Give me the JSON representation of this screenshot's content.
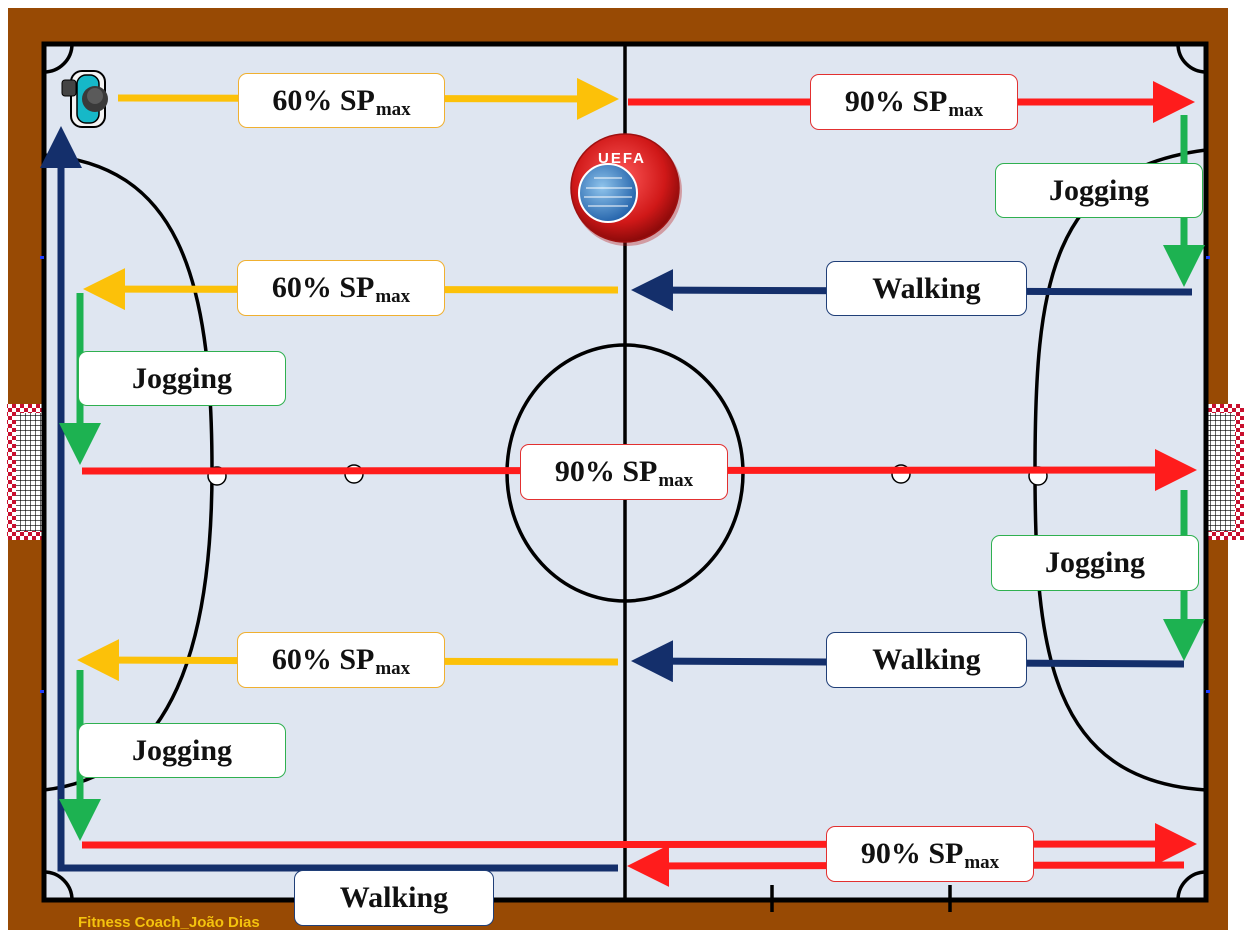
{
  "labels": {
    "sp_prefix": "SP",
    "sp_sub": "max",
    "pct60": "60%",
    "pct90": "90%",
    "jogging": "Jogging",
    "walking": "Walking"
  },
  "logo": {
    "text": "UEFA"
  },
  "credit": "Fitness Coach_João Dias",
  "colors": {
    "surround": "#984a04",
    "floor": "#dfe6f1",
    "line": "#000000",
    "pct60": "#fcc109",
    "pct90": "#ff1c1c",
    "jogging": "#1db251",
    "walking": "#142f6b"
  }
}
